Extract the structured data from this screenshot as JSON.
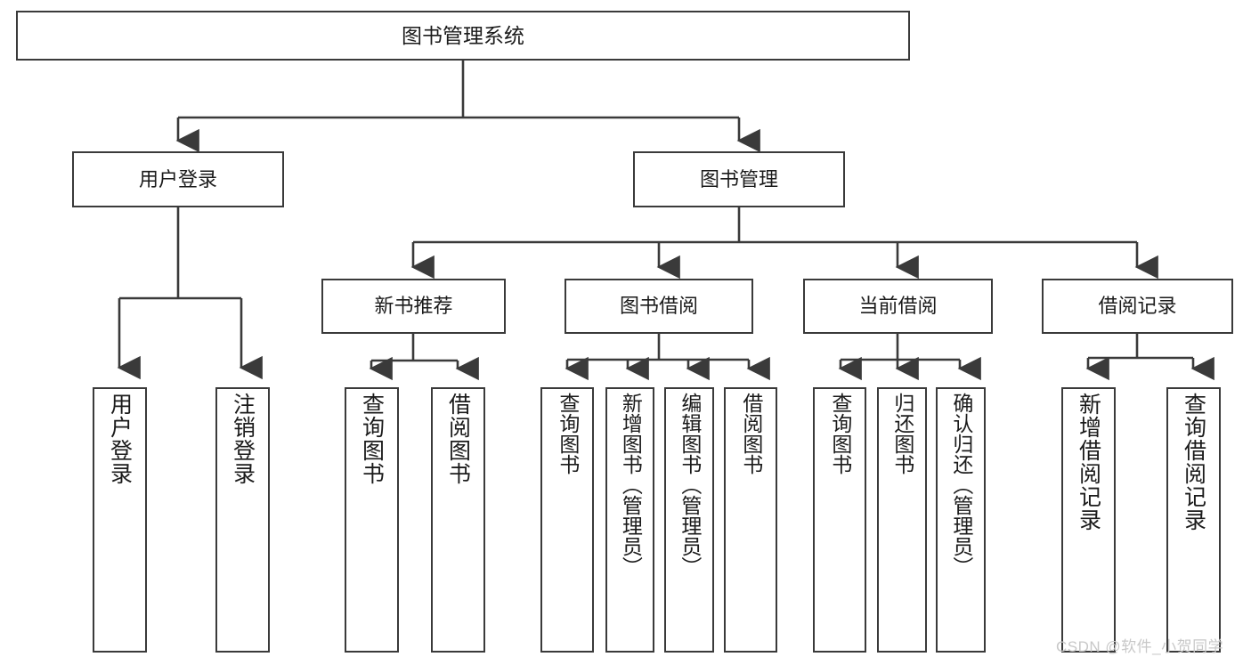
{
  "diagram": {
    "title": "图书管理系统",
    "root": {
      "label": "图书管理系统"
    },
    "level2": [
      {
        "label": "用户登录"
      },
      {
        "label": "图书管理"
      }
    ],
    "level3": [
      {
        "label": "新书推荐"
      },
      {
        "label": "图书借阅"
      },
      {
        "label": "当前借阅"
      },
      {
        "label": "借阅记录"
      }
    ],
    "leaves": {
      "user_login": [
        {
          "label": "用户登录"
        },
        {
          "label": "注销登录"
        }
      ],
      "new_book_recommend": [
        {
          "label": "查询图书"
        },
        {
          "label": "借阅图书"
        }
      ],
      "book_borrow": [
        {
          "label": "查询图书"
        },
        {
          "label": "新增图书（管理员）"
        },
        {
          "label": "编辑图书（管理员）"
        },
        {
          "label": "借阅图书"
        }
      ],
      "current_borrow": [
        {
          "label": "查询图书"
        },
        {
          "label": "归还图书"
        },
        {
          "label": "确认归还（管理员）"
        }
      ],
      "borrow_record": [
        {
          "label": "新增借阅记录"
        },
        {
          "label": "查询借阅记录"
        }
      ]
    },
    "watermark": "CSDN @软件_小贺同学",
    "colors": {
      "stroke": "#3a3a3a",
      "fill": "#ffffff",
      "text": "#1b1b1b",
      "watermark": "#c8c8c8"
    }
  }
}
